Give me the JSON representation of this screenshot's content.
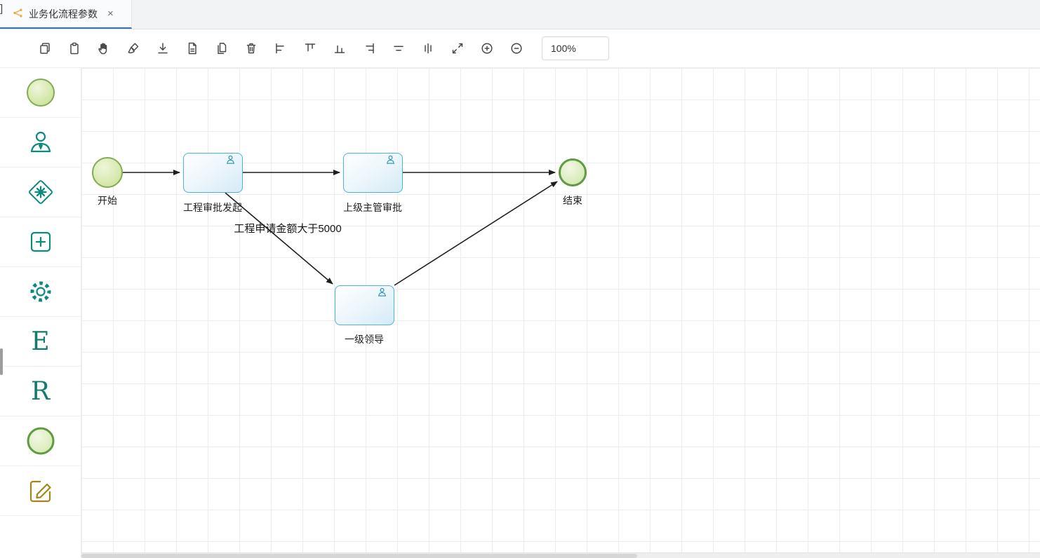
{
  "artifact": {
    "left_bracket": "]"
  },
  "tab": {
    "icon": "flow-icon",
    "title": "业务化流程参数",
    "close": "×"
  },
  "toolbar": {
    "icons": [
      "copy",
      "clipboard",
      "hand-pan",
      "clear-brush",
      "download",
      "file",
      "duplicate-file",
      "delete",
      "align-left",
      "align-top",
      "align-bottom",
      "align-right",
      "align-center-horizontal",
      "distribute-vertical",
      "fit-screen",
      "zoom-in",
      "zoom-out"
    ],
    "zoom_value": "100%"
  },
  "palette": {
    "items": [
      "start-event",
      "user-task",
      "complex-gateway",
      "subprocess",
      "service-task",
      "e-element",
      "r-element",
      "end-event",
      "edit-task"
    ],
    "letters": {
      "e": "E",
      "r": "R"
    }
  },
  "diagram": {
    "condition_label": "工程申请金额大于5000",
    "nodes": [
      {
        "id": "start",
        "type": "start-event",
        "label": "开始"
      },
      {
        "id": "task_initiate",
        "type": "user-task",
        "label": "工程审批发起"
      },
      {
        "id": "task_supervisor",
        "type": "user-task",
        "label": "上级主管审批"
      },
      {
        "id": "task_leader",
        "type": "user-task",
        "label": "一级领导"
      },
      {
        "id": "end",
        "type": "end-event",
        "label": "结束"
      }
    ],
    "edges": [
      {
        "from": "start",
        "to": "task_initiate"
      },
      {
        "from": "task_initiate",
        "to": "task_supervisor"
      },
      {
        "from": "task_supervisor",
        "to": "end"
      },
      {
        "from": "task_initiate",
        "to": "task_leader",
        "label": "工程申请金额大于5000"
      },
      {
        "from": "task_leader",
        "to": "end"
      }
    ],
    "colors": {
      "task_border": "#4ab4d2",
      "event_border": "#609b41",
      "edge": "#1f1f1f",
      "accent_tab": "#2a6fe8"
    }
  }
}
